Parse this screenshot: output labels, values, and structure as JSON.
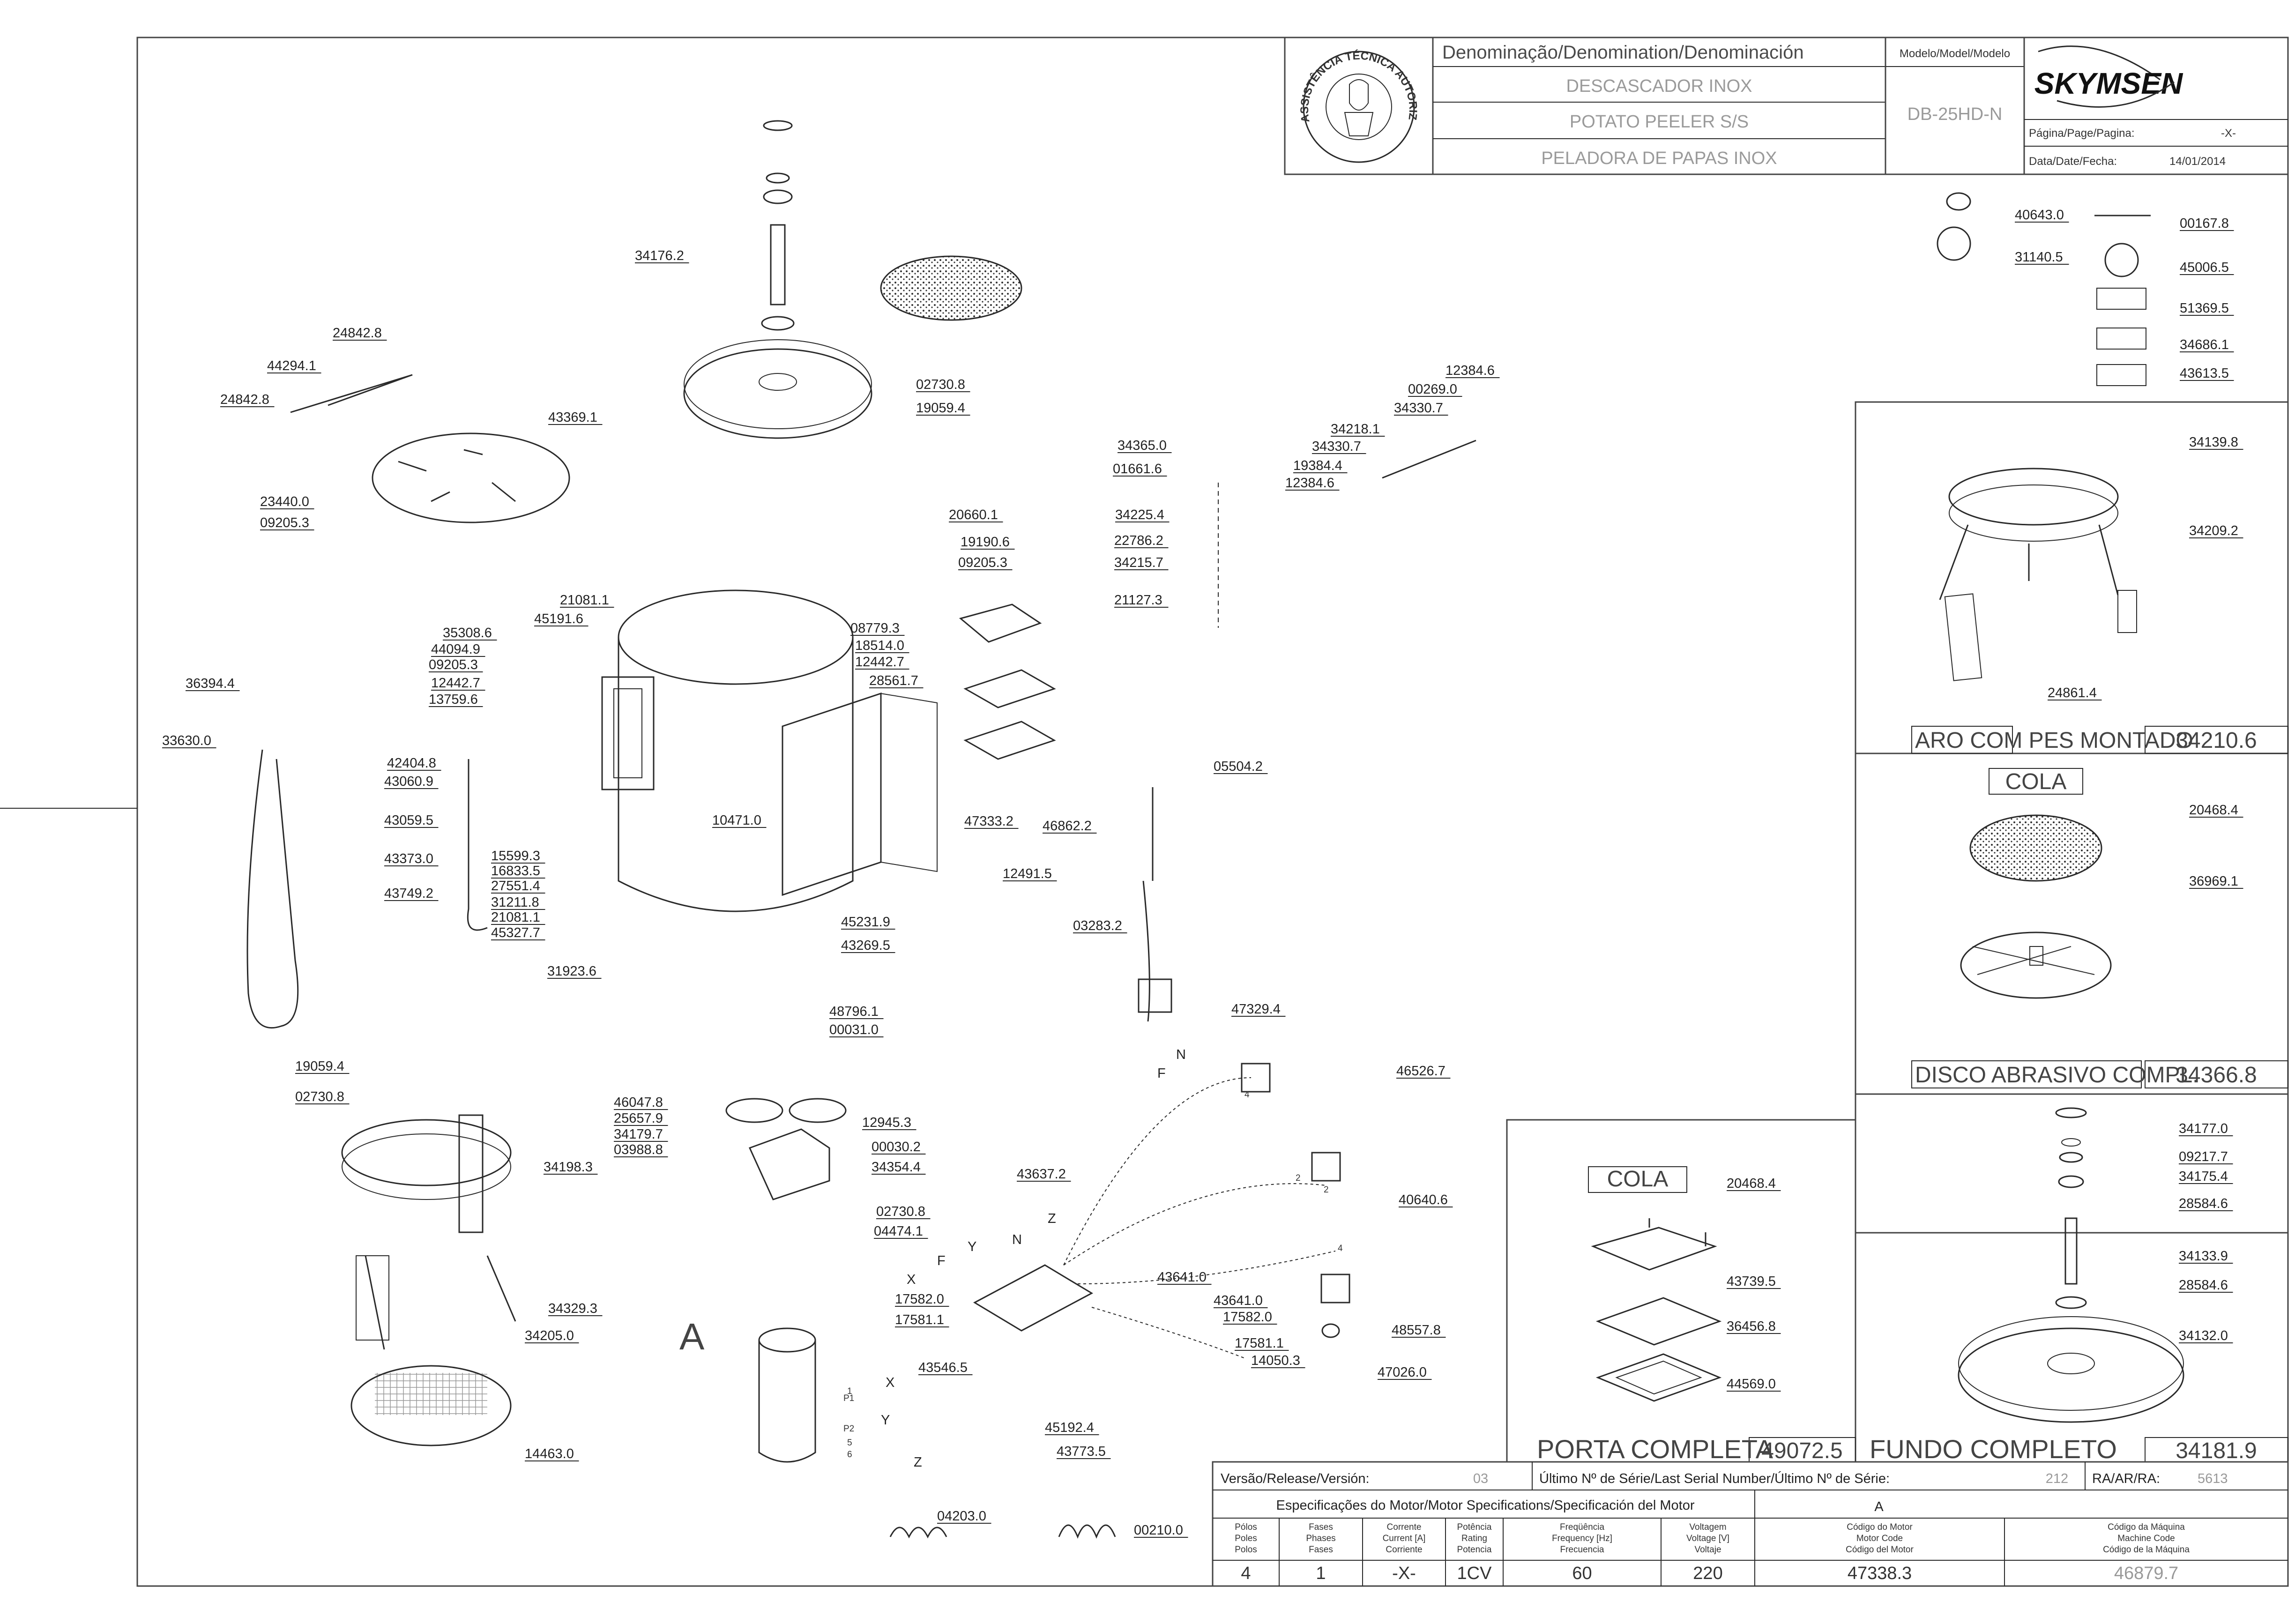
{
  "title_block": {
    "denomination_header": "Denominação/Denomination/Denominación",
    "name_pt": "DESCASCADOR INOX",
    "name_en": "POTATO PEELER S/S",
    "name_es": "PELADORA DE PAPAS INOX",
    "model_header": "Modelo/Model/Modelo",
    "model": "DB-25HD-N",
    "brand": "SKYMSEN",
    "page_label": "Página/Page/Pagina:",
    "page_value": "-X-",
    "date_label": "Data/Date/Fecha:",
    "date_value": "14/01/2014",
    "seal_text": "ASSISTÊNCIA TÉCNICA AUTORIZADA"
  },
  "colors": {
    "line": "#2a2a2a",
    "header_text": "#4a4a4a",
    "light_text": "#9a9a9a"
  },
  "assemblies": {
    "aro": {
      "name": "ARO COM PES MONTADO",
      "code": "34210.6"
    },
    "disco": {
      "name": "DISCO ABRASIVO COMPL.",
      "code": "34366.8",
      "cola": "COLA"
    },
    "porta": {
      "name": "PORTA COMPLETA",
      "code": "49072.5",
      "cola": "COLA"
    },
    "fundo": {
      "name": "FUNDO COMPLETO",
      "code": "34181.9"
    }
  },
  "detail_letter": "A",
  "wire_labels": {
    "N": "N",
    "F": "F",
    "X": "X",
    "Y": "Y",
    "Z": "Z",
    "P1": "P1",
    "P2": "P2",
    "n1": "1",
    "n4": "4",
    "n5": "5",
    "n6": "6",
    "n2a": "2",
    "n2b": "2",
    "n4b": "4"
  },
  "parts": [
    "34176.2",
    "24842.8",
    "44294.1",
    "24842.8",
    "43369.1",
    "23440.0",
    "09205.3",
    "02730.8",
    "19059.4",
    "34365.0",
    "01661.6",
    "20660.1",
    "19190.6",
    "09205.3",
    "34225.4",
    "22786.2",
    "34215.7",
    "21127.3",
    "12384.6",
    "00269.0",
    "34330.7",
    "34218.1",
    "34330.7",
    "19384.4",
    "12384.6",
    "21081.1",
    "45191.6",
    "35308.6",
    "44094.9",
    "09205.3",
    "12442.7",
    "13759.6",
    "08779.3",
    "18514.0",
    "12442.7",
    "28561.7",
    "36394.4",
    "33630.0",
    "42404.8",
    "43060.9",
    "43059.5",
    "43373.0",
    "43749.2",
    "15599.3",
    "16833.5",
    "27551.4",
    "31211.8",
    "21081.1",
    "45327.7",
    "31923.6",
    "10471.0",
    "47333.2",
    "45231.9",
    "12491.5",
    "43269.5",
    "05504.2",
    "46862.2",
    "03283.2",
    "47329.4",
    "46526.7",
    "48796.1",
    "00031.0",
    "46047.8",
    "25657.9",
    "34179.7",
    "03988.8",
    "12945.3",
    "00030.2",
    "34354.4",
    "02730.8",
    "04474.1",
    "19059.4",
    "02730.8",
    "34198.3",
    "34329.3",
    "34205.0",
    "14463.0",
    "43637.2",
    "43641.0",
    "40640.6",
    "43641.0",
    "17582.0",
    "17581.1",
    "14050.3",
    "17582.0",
    "17581.1",
    "43546.5",
    "48557.8",
    "47026.0",
    "45192.4",
    "43773.5",
    "04203.0",
    "00210.0",
    "40643.0",
    "31140.5",
    "00167.8",
    "45006.5",
    "51369.5",
    "34686.1",
    "43613.5",
    "34139.8",
    "34209.2",
    "24861.4",
    "20468.4",
    "36969.1",
    "20468.4",
    "43739.5",
    "36456.8",
    "44569.0",
    "34177.0",
    "09217.7",
    "34175.4",
    "28584.6",
    "34133.9",
    "28584.6",
    "34132.0"
  ],
  "release": {
    "version_label": "Versão/Release/Versión:",
    "version_value": "03",
    "serial_label": "Último Nº de Série/Last Serial Number/Último Nº de Série:",
    "serial_value": "212",
    "ra_label": "RA/AR/RA:",
    "ra_value": "5613"
  },
  "motor": {
    "spec_title": "Especificações do Motor/Motor Specifications/Specificación del Motor",
    "group": "A",
    "headers": [
      [
        "Pólos",
        "Poles",
        "Polos"
      ],
      [
        "Fases",
        "Phases",
        "Fases"
      ],
      [
        "Corrente",
        "Current [A]",
        "Corriente"
      ],
      [
        "Potência",
        "Rating",
        "Potencia"
      ],
      [
        "Freqüência",
        "Frequency [Hz]",
        "Frecuencia"
      ],
      [
        "Voltagem",
        "Voltage [V]",
        "Voltaje"
      ],
      [
        "Código do Motor",
        "Motor Code",
        "Código del Motor"
      ],
      [
        "Código da Máquina",
        "Machine Code",
        "Código de la Máquina"
      ]
    ],
    "values": [
      "4",
      "1",
      "-X-",
      "1CV",
      "60",
      "220",
      "47338.3",
      "46879.7"
    ]
  }
}
